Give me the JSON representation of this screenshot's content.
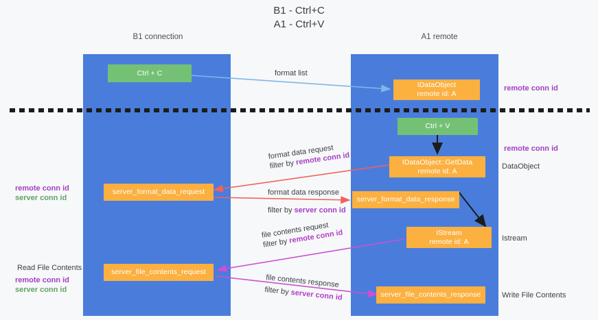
{
  "title": "B1 - Ctrl+C\nA1 - Ctrl+V",
  "columns": [
    {
      "name": "b1",
      "label": "B1\nconnection"
    },
    {
      "name": "a1",
      "label": "A1\nremote"
    }
  ],
  "nodes": {
    "ctrl_c": {
      "label": "Ctrl + C",
      "color": "#74c175"
    },
    "idataobject": {
      "label": "IDataObject\nremote id: A",
      "color": "#fbb040"
    },
    "ctrl_v": {
      "label": "Ctrl + V",
      "color": "#74c175"
    },
    "idataobject_getdata": {
      "label": "IDataObject::GetData\nremote id: A",
      "color": "#fbb040"
    },
    "server_format_data_request": {
      "label": "server_format_data_request",
      "color": "#fbb040"
    },
    "server_format_data_response": {
      "label": "server_format_data_response",
      "color": "#fbb040"
    },
    "istream": {
      "label": "IStream\nremote id: A",
      "color": "#fbb040"
    },
    "server_file_contents_request": {
      "label": "server_file_contents_request",
      "color": "#fbb040"
    },
    "server_file_contents_response": {
      "label": "server_file_contents_response",
      "color": "#fbb040"
    }
  },
  "edge_labels": {
    "format_list": {
      "text": "format list"
    },
    "format_data_request": {
      "text": "format data request"
    },
    "format_data_request_filter_prefix": {
      "text": "filter by "
    },
    "format_data_request_filter_key": {
      "text": "remote conn id"
    },
    "format_data_response": {
      "text": "format data response"
    },
    "format_data_response_filter_prefix": {
      "text": "filter by "
    },
    "format_data_response_filter_key": {
      "text": "server conn id"
    },
    "file_contents_request": {
      "text": "file contents request"
    },
    "file_contents_request_filter_prefix": {
      "text": "filter by "
    },
    "file_contents_request_filter_key": {
      "text": "remote conn id"
    },
    "file_contents_response": {
      "text": "file contents response"
    },
    "file_contents_response_filter_prefix": {
      "text": "filter by "
    },
    "file_contents_response_filter_key": {
      "text": "server conn id"
    }
  },
  "side_labels": {
    "right_remote_conn_id_top": {
      "text": "remote conn id"
    },
    "right_remote_conn_id_middle": {
      "text": "remote conn id"
    },
    "right_dataobject": {
      "text": "DataObject"
    },
    "right_istream": {
      "text": "Istream"
    },
    "right_write_file_contents": {
      "text": "Write File Contents"
    },
    "left_remote_conn_id": {
      "text": "remote conn id"
    },
    "left_server_conn_id": {
      "text": "server conn id"
    },
    "left_read_file_contents": {
      "text": "Read File Contents"
    },
    "left_remote_conn_id_2": {
      "text": "remote conn id"
    },
    "left_server_conn_id_2": {
      "text": "server conn id"
    }
  },
  "colors": {
    "lane": "#4a7ddb",
    "green_node": "#74c175",
    "orange_node": "#fbb040",
    "background": "#f7f8f9",
    "divider": "#1c1c1c",
    "arrow_blue": "#7eb6e8",
    "arrow_red": "#f0625f",
    "arrow_black": "#1c1c1c",
    "arrow_magenta": "#cc4fd6",
    "text_purple": "#a23fc6",
    "text_green": "#5fa463"
  }
}
